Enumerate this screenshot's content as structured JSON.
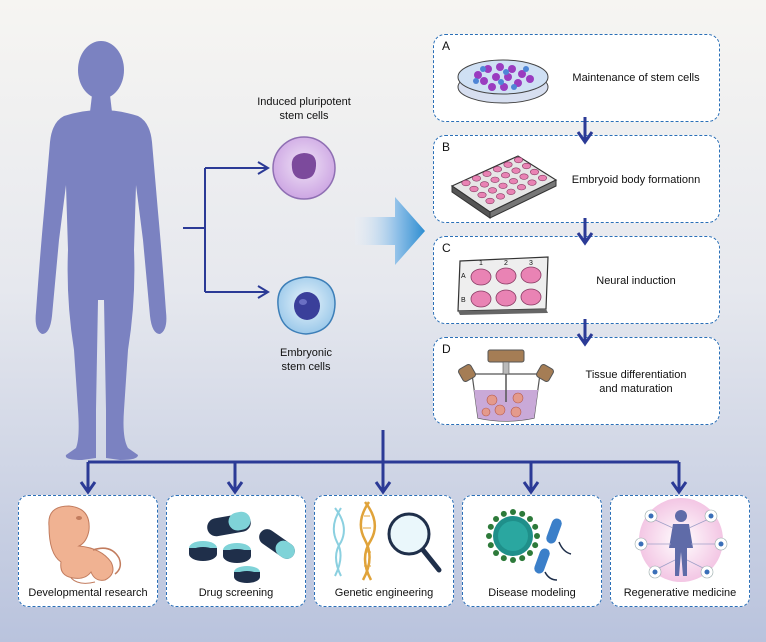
{
  "cells": {
    "ipsc_label": "Induced pluripotent\nstem cells",
    "esc_label": "Embryonic\nstem cells"
  },
  "steps": [
    {
      "letter": "A",
      "label": "Maintenance of stem cells"
    },
    {
      "letter": "B",
      "label": "Embryoid body formationn"
    },
    {
      "letter": "C",
      "label": "Neural induction",
      "plate_rows": [
        "A",
        "B"
      ],
      "plate_cols": [
        "1",
        "2",
        "3"
      ]
    },
    {
      "letter": "D",
      "label": "Tissue differentiation\nand maturation"
    }
  ],
  "applications": [
    {
      "label": "Developmental research",
      "icon": "fetus-icon"
    },
    {
      "label": "Drug screening",
      "icon": "pills-icon"
    },
    {
      "label": "Genetic engineering",
      "icon": "dna-magnifier-icon"
    },
    {
      "label": "Disease modeling",
      "icon": "virus-bacteria-icon"
    },
    {
      "label": "Regenerative medicine",
      "icon": "human-organs-icon"
    }
  ],
  "colors": {
    "flow_line": "#2b3a96",
    "dashed_border": "#2a6fb7",
    "human": "#7b82c1",
    "arrow_gradient_end": "#2f8ed1"
  }
}
